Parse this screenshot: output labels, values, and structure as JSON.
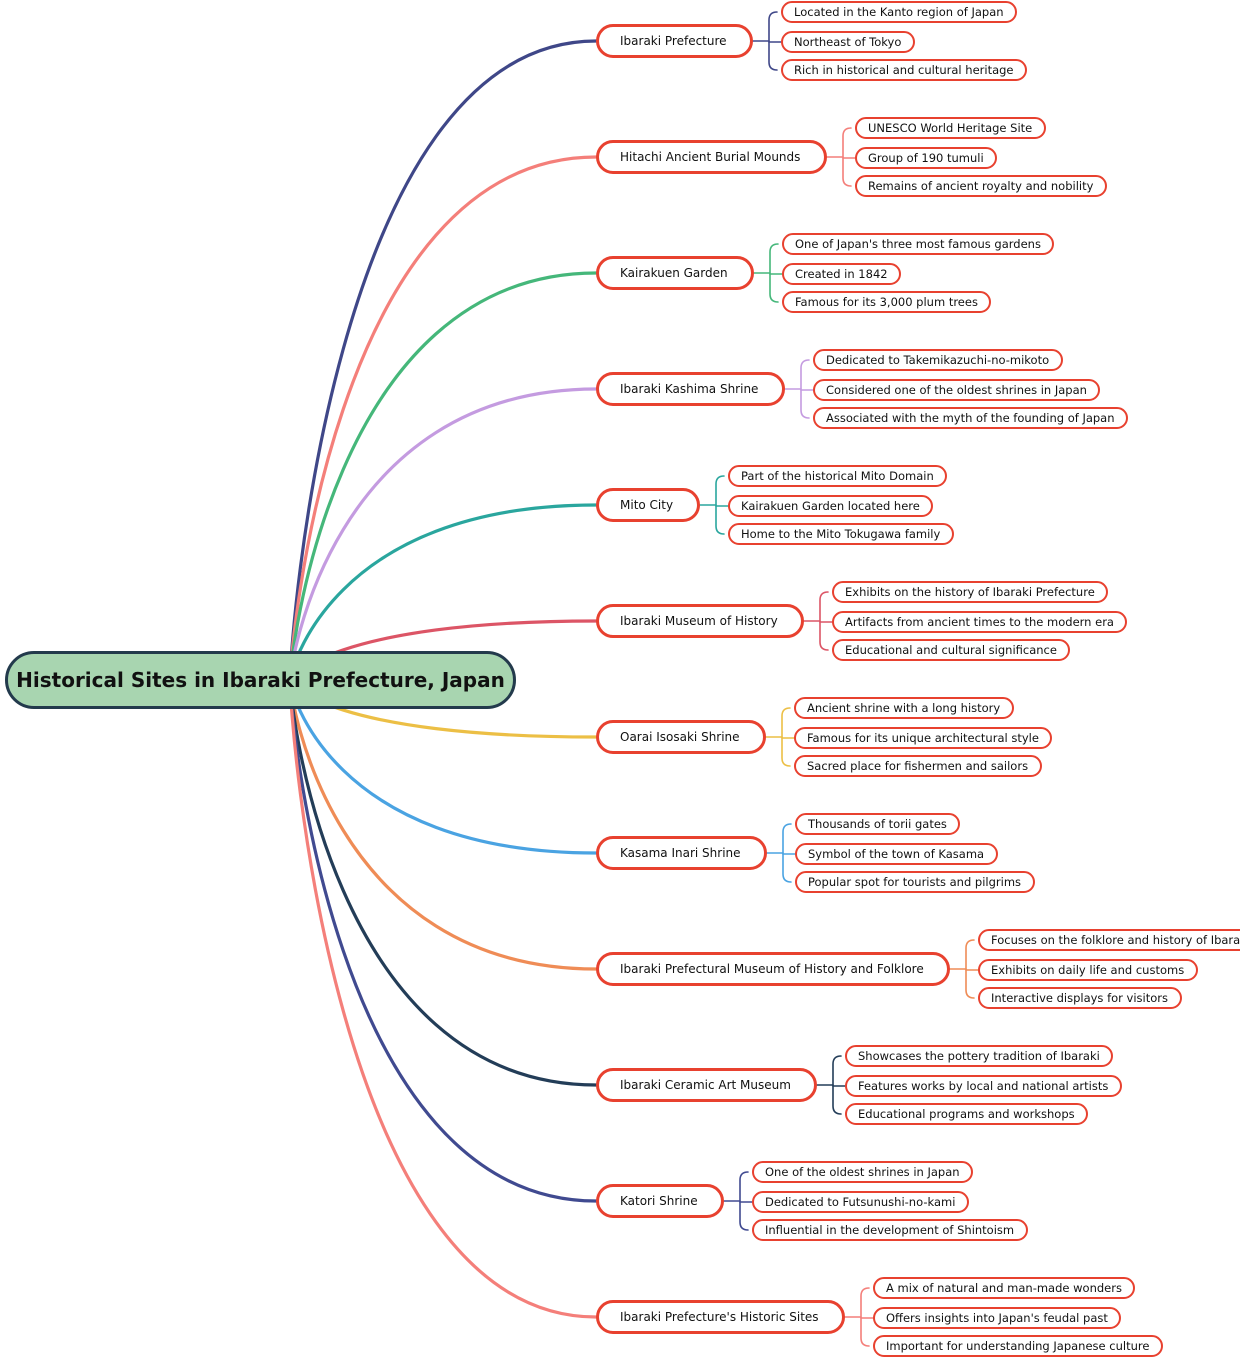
{
  "root": {
    "label": "Historical Sites in Ibaraki Prefecture, Japan"
  },
  "topics": [
    {
      "label": "Ibaraki Prefecture",
      "color": "#3f4788",
      "details": [
        "Located in the Kanto region of Japan",
        "Northeast of Tokyo",
        "Rich in historical and cultural heritage"
      ]
    },
    {
      "label": "Hitachi Ancient Burial Mounds",
      "color": "#f47f7a",
      "details": [
        "UNESCO World Heritage Site",
        "Group of 190 tumuli",
        "Remains of ancient royalty and nobility"
      ]
    },
    {
      "label": "Kairakuen Garden",
      "color": "#45b77a",
      "details": [
        "One of Japan's three most famous gardens",
        "Created in 1842",
        "Famous for its 3,000 plum trees"
      ]
    },
    {
      "label": "Ibaraki Kashima Shrine",
      "color": "#c49be0",
      "details": [
        "Dedicated to Takemikazuchi-no-mikoto",
        "Considered one of the oldest shrines in Japan",
        "Associated with the myth of the founding of Japan"
      ]
    },
    {
      "label": "Mito City",
      "color": "#2aa69e",
      "details": [
        "Part of the historical Mito Domain",
        "Kairakuen Garden located here",
        "Home to the Mito Tokugawa family"
      ]
    },
    {
      "label": "Ibaraki Museum of History",
      "color": "#dc5566",
      "details": [
        "Exhibits on the history of Ibaraki Prefecture",
        "Artifacts from ancient times to the modern era",
        "Educational and cultural significance"
      ]
    },
    {
      "label": "Oarai Isosaki Shrine",
      "color": "#ecbf45",
      "details": [
        "Ancient shrine with a long history",
        "Famous for its unique architectural style",
        "Sacred place for fishermen and sailors"
      ]
    },
    {
      "label": "Kasama Inari Shrine",
      "color": "#4aa3e2",
      "details": [
        "Thousands of torii gates",
        "Symbol of the town of Kasama",
        "Popular spot for tourists and pilgrims"
      ]
    },
    {
      "label": "Ibaraki Prefectural Museum of History and Folklore",
      "color": "#ef8c56",
      "details": [
        "Focuses on the folklore and history of Ibaraki",
        "Exhibits on daily life and customs",
        "Interactive displays for visitors"
      ]
    },
    {
      "label": "Ibaraki Ceramic Art Museum",
      "color": "#233d58",
      "details": [
        "Showcases the pottery tradition of Ibaraki",
        "Features works by local and national artists",
        "Educational programs and workshops"
      ]
    },
    {
      "label": "Katori Shrine",
      "color": "#404a90",
      "details": [
        "One of the oldest shrines in Japan",
        "Dedicated to Futsunushi-no-kami",
        "Influential in the development of Shintoism"
      ]
    },
    {
      "label": "Ibaraki Prefecture's Historic Sites",
      "color": "#f47f7a",
      "details": [
        "A mix of natural and man-made wonders",
        "Offers insights into Japan's feudal past",
        "Important for understanding Japanese culture"
      ]
    }
  ]
}
